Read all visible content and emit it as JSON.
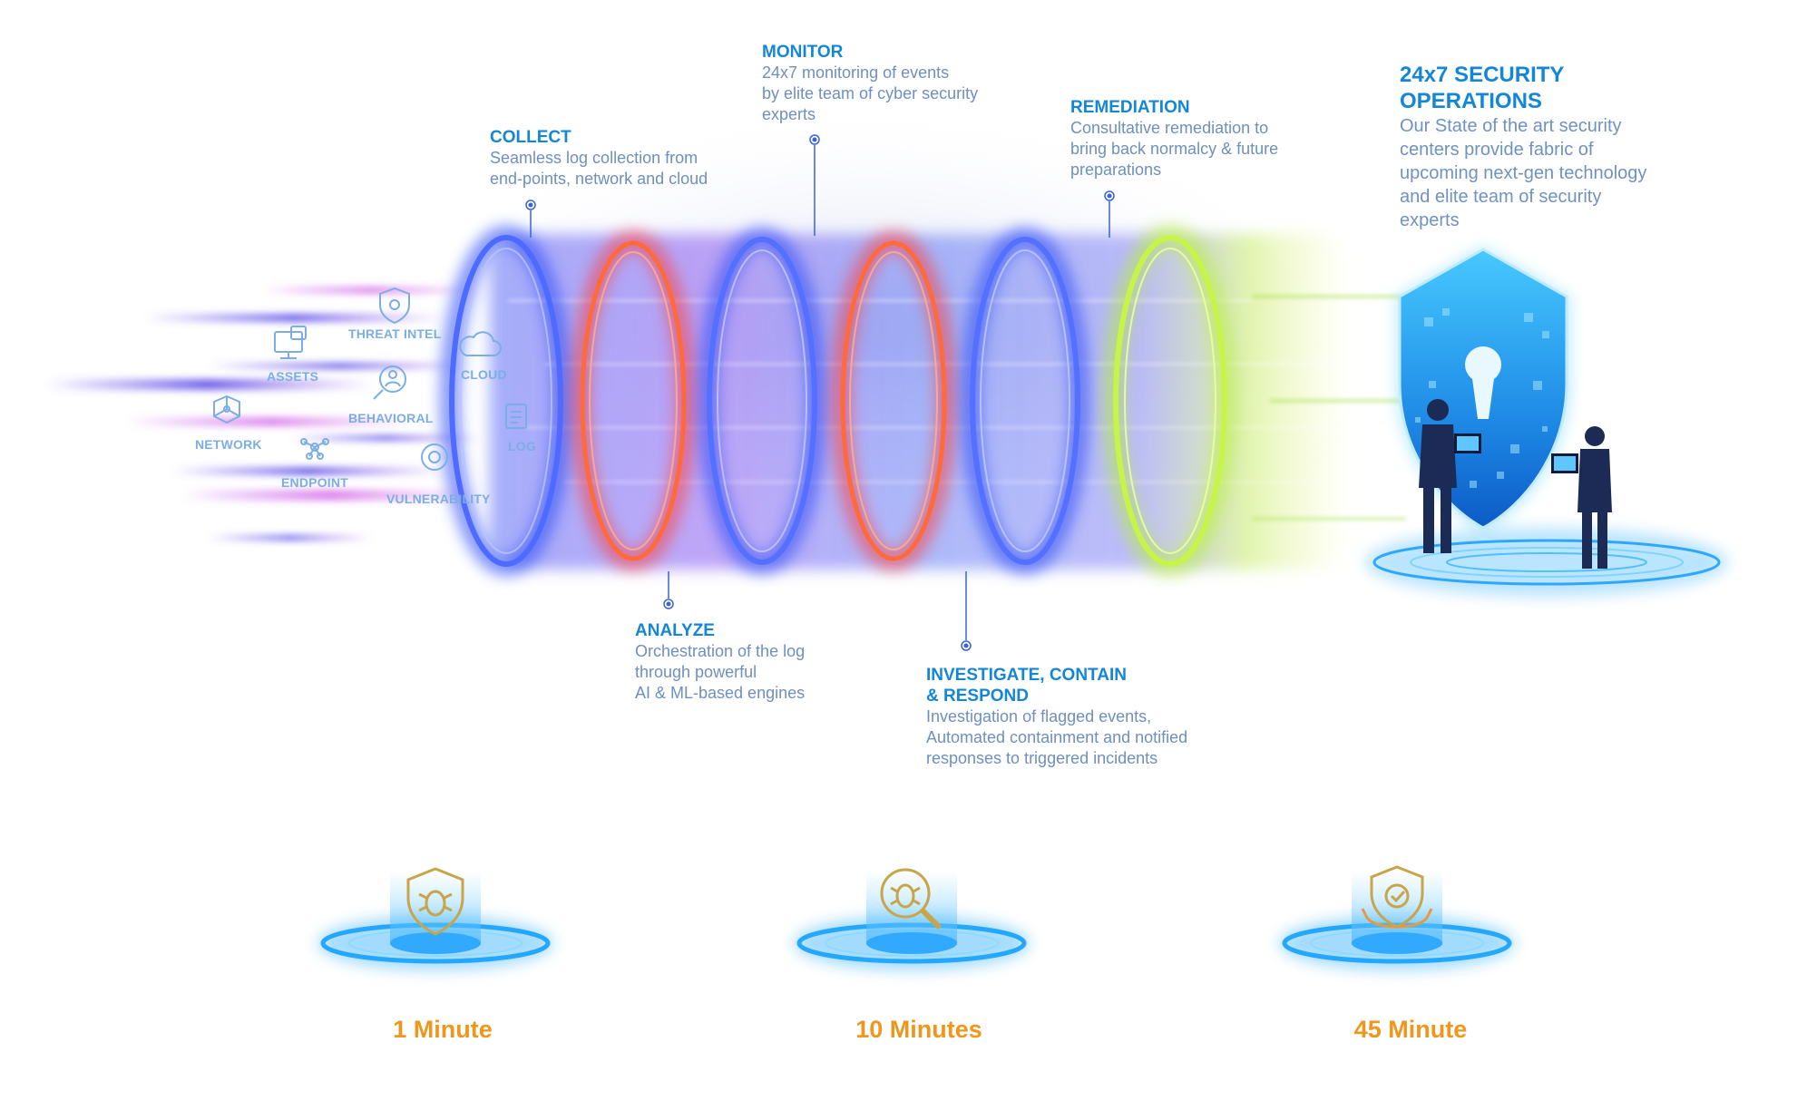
{
  "stages": {
    "collect": {
      "title": "COLLECT",
      "lines": [
        "Seamless log collection from",
        "end-points, network and cloud"
      ]
    },
    "monitor": {
      "title": "MONITOR",
      "lines": [
        "24x7 monitoring of events",
        "by elite team of cyber security",
        "experts"
      ]
    },
    "remediation": {
      "title": "REMEDIATION",
      "lines": [
        "Consultative remediation to",
        "bring back normalcy & future",
        "preparations"
      ]
    },
    "analyze": {
      "title": "ANALYZE",
      "lines": [
        "Orchestration of the log",
        "through powerful",
        "AI & ML-based engines"
      ]
    },
    "investigate": {
      "title_lines": [
        "INVESTIGATE, CONTAIN",
        "& RESPOND"
      ],
      "lines": [
        "Investigation of flagged events,",
        "Automated containment and notified",
        "responses to triggered incidents"
      ]
    }
  },
  "operations": {
    "title_lines": [
      "24x7 SECURITY",
      "OPERATIONS"
    ],
    "lines": [
      "Our State of the art security",
      "centers provide fabric of",
      "upcoming next-gen technology",
      "and elite team of security",
      "experts"
    ]
  },
  "sources": {
    "threat_intel": "THREAT INTEL",
    "assets": "ASSETS",
    "cloud": "CLOUD",
    "behavioral": "BEHAVIORAL",
    "network": "NETWORK",
    "log": "LOG",
    "endpoint": "ENDPOINT",
    "vulnerability": "VULNERABILITY"
  },
  "timers": {
    "detect": "1 Minute",
    "investigate": "10 Minutes",
    "resolve": "45 Minute"
  },
  "colors": {
    "title_blue": "#1486d8",
    "body_text": "#6e8fbf",
    "timer_orange": "#f0961c",
    "ring_blue": "#3a5cf5",
    "ring_red": "#ff4d3a",
    "ring_green": "#b8f030",
    "glow_cyan": "#2fb8ff"
  },
  "icons": [
    "bug-shield-icon",
    "bug-magnifier-icon",
    "check-shield-icon",
    "shield-keyhole-icon"
  ]
}
